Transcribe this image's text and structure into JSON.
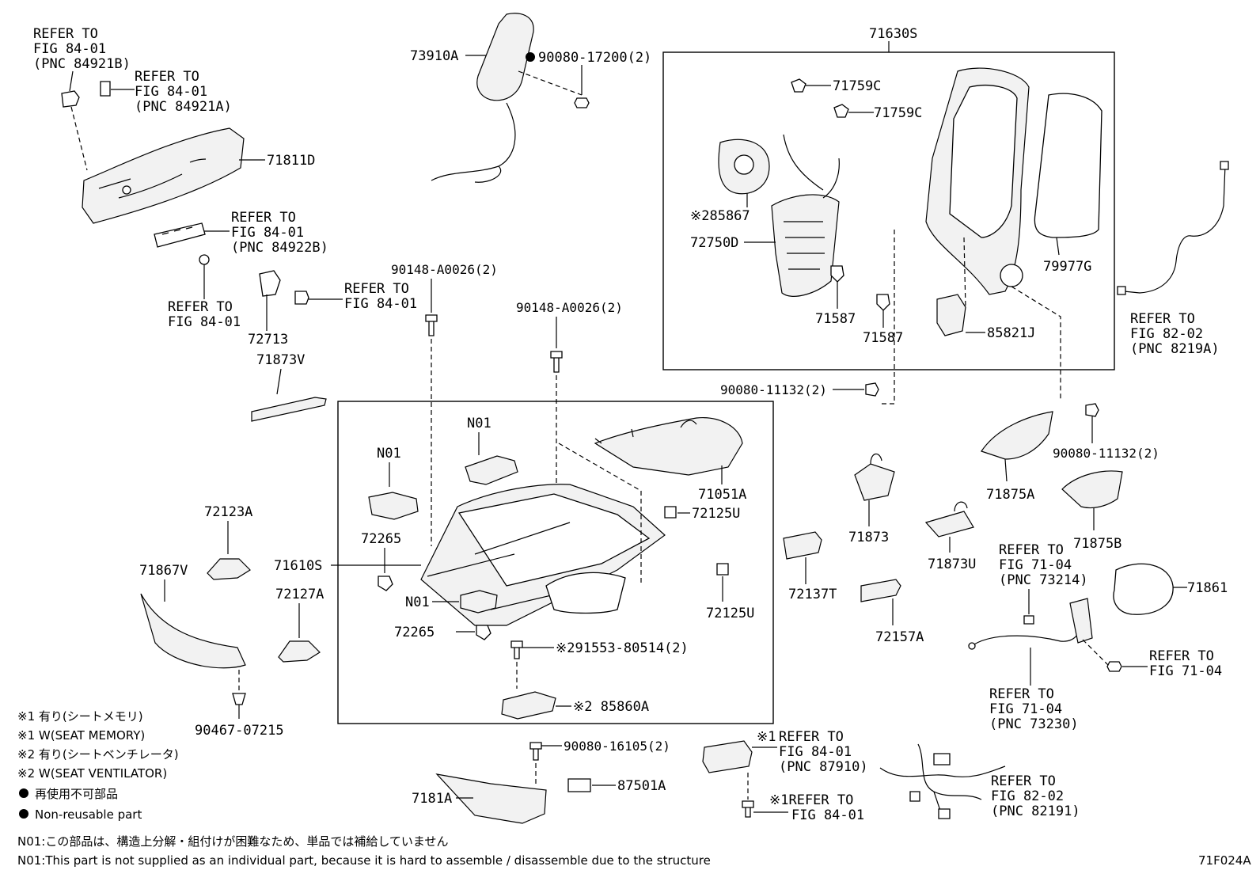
{
  "labels": {
    "refer_84921b": [
      "REFER TO",
      "FIG 84-01",
      "(PNC 84921B)"
    ],
    "refer_84921a": [
      "REFER TO",
      "FIG 84-01",
      "(PNC 84921A)"
    ],
    "p71811d": "71811D",
    "refer_84922b": [
      "REFER TO",
      "FIG 84-01",
      "(PNC 84922B)"
    ],
    "refer_84_01_left": [
      "REFER TO",
      "FIG 84-01"
    ],
    "refer_84_01_mid": [
      "REFER TO",
      "FIG 84-01"
    ],
    "p72713": "72713",
    "p71873v": "71873V",
    "p73910a": "73910A",
    "p90080_17200": "90080-17200(2)",
    "p71630s": "71630S",
    "p71759c_1": "71759C",
    "p71759c_2": "71759C",
    "p85867": "※285867",
    "p72750d": "72750D",
    "p71587_1": "71587",
    "p71587_2": "71587",
    "p79977g": "79977G",
    "p85821j": "85821J",
    "refer_8219a": [
      "REFER TO",
      "FIG 82-02",
      "(PNC 8219A)"
    ],
    "p90148_1": "90148-A0026(2)",
    "p90148_2": "90148-A0026(2)",
    "p90080_11132_1": "90080-11132(2)",
    "p90080_11132_2": "90080-11132(2)",
    "p71875a": "71875A",
    "p71875b": "71875B",
    "p71873": "71873",
    "p71873u": "71873U",
    "p72137t": "72137T",
    "p72157a": "72157A",
    "refer_73214": [
      "REFER TO",
      "FIG 71-04",
      "(PNC 73214)"
    ],
    "p71861": "71861",
    "refer_71_04": [
      "REFER TO",
      "FIG 71-04"
    ],
    "refer_73230": [
      "REFER TO",
      "FIG 71-04",
      "(PNC 73230)"
    ],
    "n01_a": "N01",
    "n01_b": "N01",
    "n01_c": "N01",
    "p71051a": "71051A",
    "p72125u_1": "72125U",
    "p72125u_2": "72125U",
    "p72265_1": "72265",
    "p72265_2": "72265",
    "p71610s": "71610S",
    "p91553": "※291553-80514(2)",
    "p85860a": "※2 85860A",
    "p72123a": "72123A",
    "p71867v": "71867V",
    "p72127a": "72127A",
    "p90467": "90467-07215",
    "p90080_16105": "90080-16105(2)",
    "p87501a": "87501A",
    "p7181a": "7181A",
    "refer_87910_mark": "※1",
    "refer_87910": [
      "REFER TO",
      "FIG 84-01",
      "(PNC 87910)"
    ],
    "refer_84_01_bottom": [
      "※1REFER TO",
      "FIG 84-01"
    ],
    "refer_82191": [
      "REFER TO",
      "FIG 82-02",
      "(PNC 82191)"
    ]
  },
  "notes": {
    "n1": "※1 有り(シートメモリ)",
    "n2": "※1 W(SEAT MEMORY)",
    "n3": "※2 有り(シートベンチレータ)",
    "n4": "※2 W(SEAT VENTILATOR)",
    "n5": "再使用不可部品",
    "n6": "Non-reusable part",
    "n01_jp": "N01:この部品は、構造上分解・組付けが困難なため、単品では補給していません",
    "n01_en": "N01:This part is not supplied as an individual part, because it is hard to assemble / disassemble due to the structure",
    "fig_id": "71F024A"
  }
}
